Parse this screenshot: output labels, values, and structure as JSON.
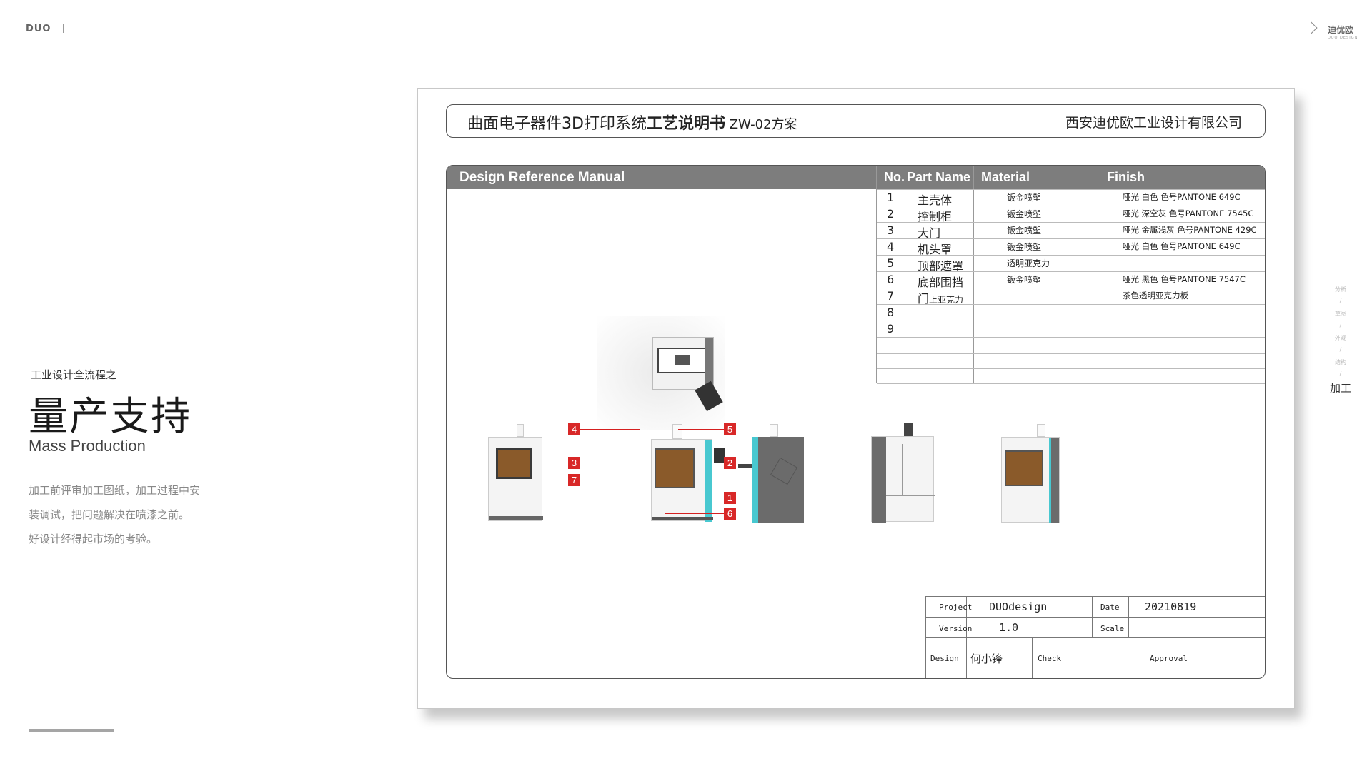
{
  "header": {
    "logo": "DUO",
    "brand": "迪优欧",
    "brand_sub": "DUO DESIGN"
  },
  "left": {
    "pre_title": "工业设计全流程之",
    "title": "量产支持",
    "subtitle": "Mass Production",
    "desc_lines": [
      "加工前评审加工图纸，加工过程中安",
      "装调试，把问题解决在喷漆之前。",
      "好设计经得起市场的考验。"
    ]
  },
  "process_nav": {
    "steps": [
      "分析",
      "/",
      "草图",
      "/",
      "外观",
      "/",
      "结构",
      "/"
    ],
    "active": "加工"
  },
  "document": {
    "title_main": "曲面电子器件3D打印系统",
    "title_bold": "工艺说明书",
    "title_code": " ZW-02方案",
    "company": "西安迪优欧工业设计有限公司",
    "manual_label": "Design Reference Manual",
    "table_headers": {
      "no": "No.",
      "part": "Part Name",
      "material": "Material",
      "finish": "Finish"
    },
    "parts": [
      {
        "no": "1",
        "name": "主壳体",
        "name_small": "",
        "material": "钣金喷塑",
        "finish": "哑光 白色 色号PANTONE 649C"
      },
      {
        "no": "2",
        "name": "控制柜",
        "name_small": "",
        "material": "钣金喷塑",
        "finish": "哑光  深空灰  色号PANTONE 7545C"
      },
      {
        "no": "3",
        "name": "大门",
        "name_small": "",
        "material": "钣金喷塑",
        "finish": "哑光 金属浅灰 色号PANTONE 429C"
      },
      {
        "no": "4",
        "name": "机头罩",
        "name_small": "",
        "material": "钣金喷塑",
        "finish": "哑光 白色 色号PANTONE 649C"
      },
      {
        "no": "5",
        "name": "顶部遮罩",
        "name_small": "",
        "material": "透明亚克力",
        "finish": ""
      },
      {
        "no": "6",
        "name": "底部围挡",
        "name_small": "",
        "material": "钣金喷塑",
        "finish": "哑光  黑色  色号PANTONE 7547C"
      },
      {
        "no": "7",
        "name": "门",
        "name_small": "上亚克力",
        "material": "",
        "finish": "茶色透明亚克力板"
      },
      {
        "no": "8",
        "name": "",
        "name_small": "",
        "material": "",
        "finish": ""
      },
      {
        "no": "9",
        "name": "",
        "name_small": "",
        "material": "",
        "finish": ""
      }
    ],
    "callouts": [
      "4",
      "5",
      "3",
      "2",
      "7",
      "1",
      "6"
    ],
    "title_block": {
      "project_label": "Project",
      "project": "DUOdesign",
      "date_label": "Date",
      "date": "20210819",
      "version_label": "Version",
      "version": "1.0",
      "scale_label": "Scale",
      "scale": "",
      "design_label": "Design",
      "designer": "何小锋",
      "check_label": "Check",
      "check": "",
      "approval_label": "Approval",
      "approval": ""
    }
  },
  "colors": {
    "header_grey": "#7d7d7d",
    "callout_red": "#d82828",
    "machine_white": "#f4f4f4",
    "machine_grey": "#6b6b6b",
    "accent_teal": "#48c8d0",
    "window_amber": "#8a5a2a"
  }
}
